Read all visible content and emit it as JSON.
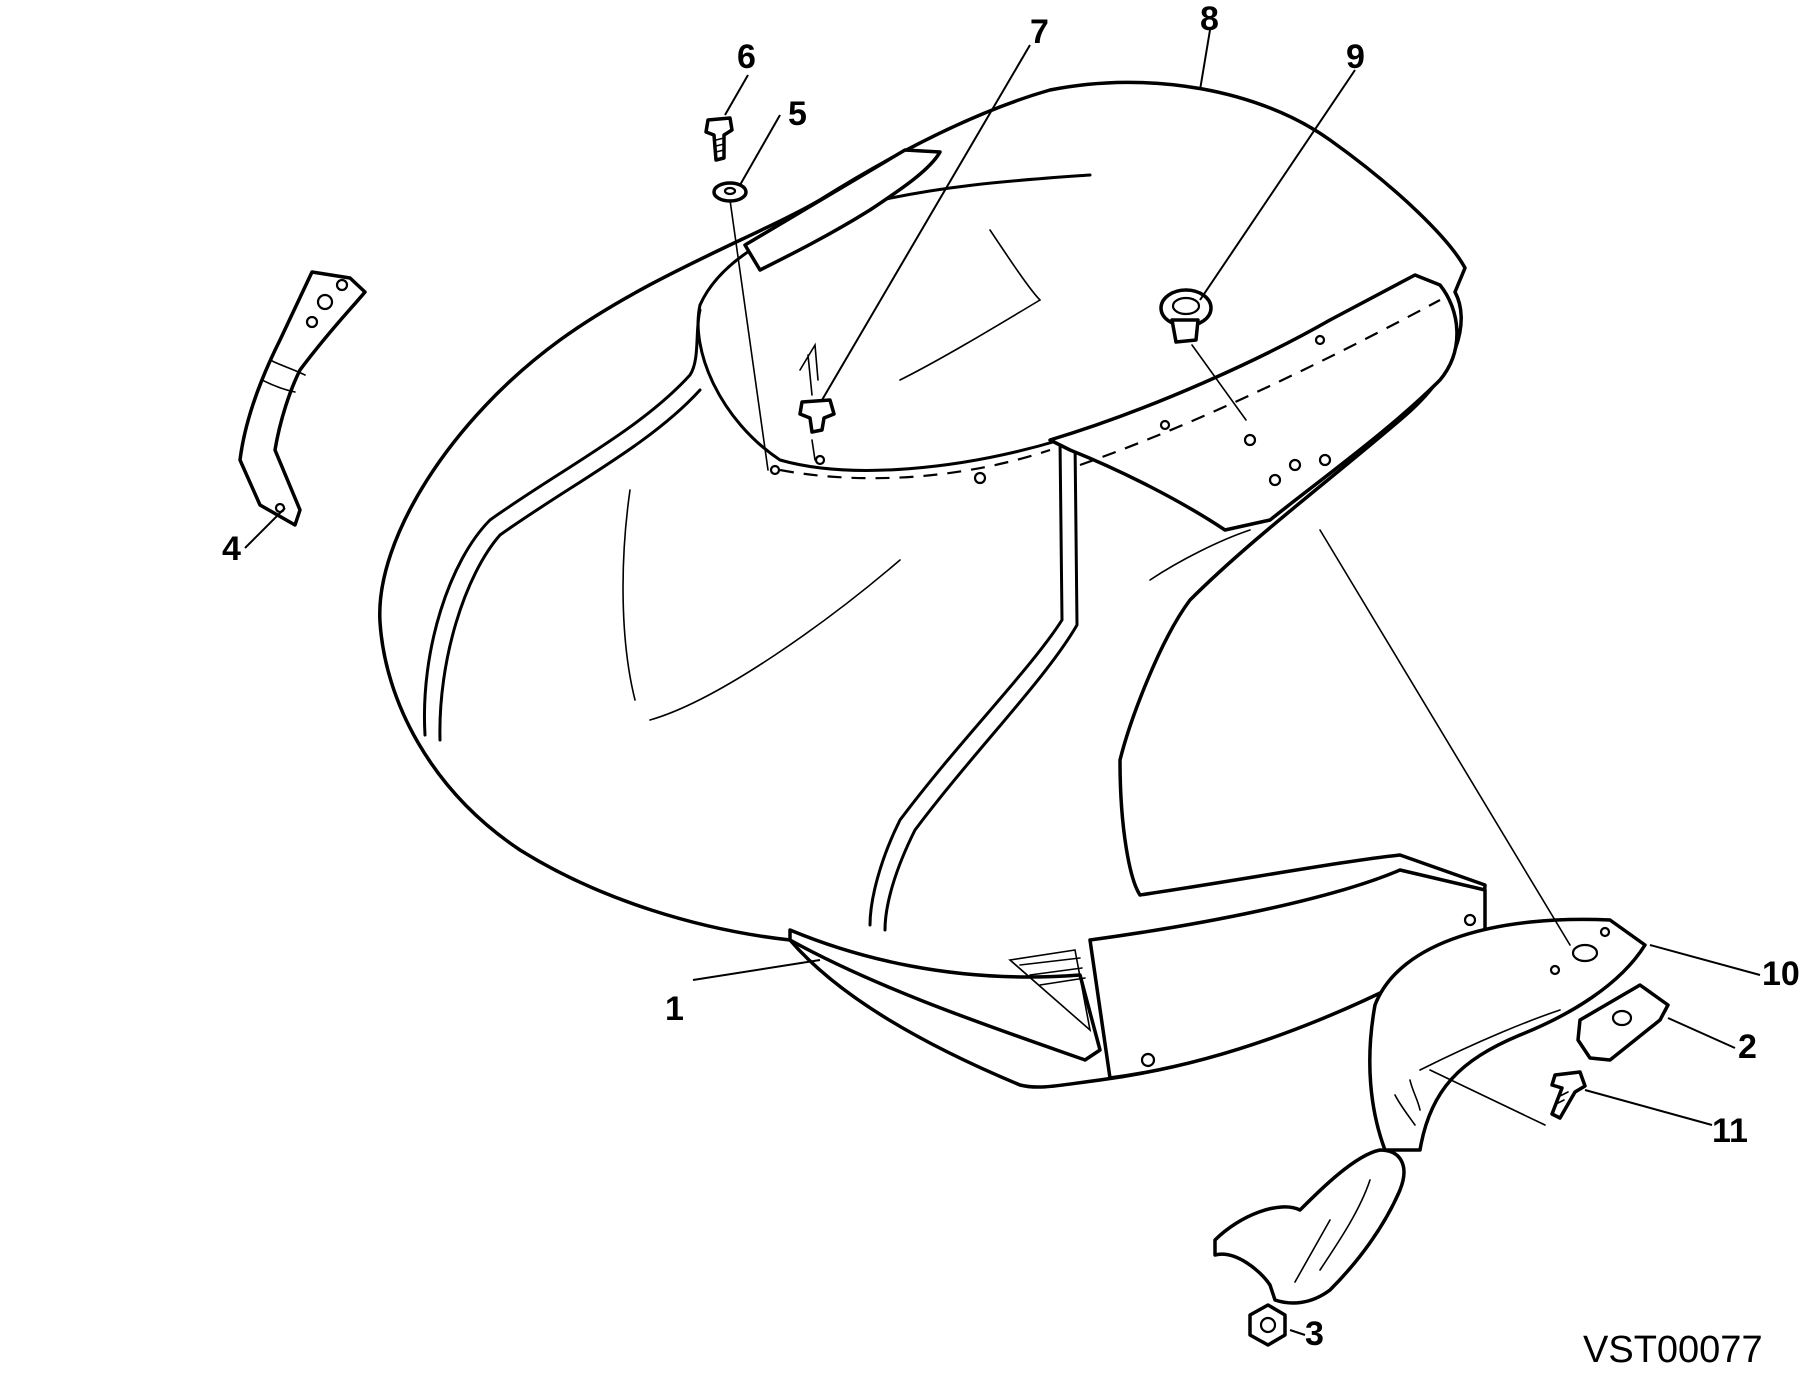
{
  "drawing_code": "VST00077",
  "callouts": {
    "c1": "1",
    "c2": "2",
    "c3": "3",
    "c4": "4",
    "c5": "5",
    "c6": "6",
    "c7": "7",
    "c8": "8",
    "c9": "9",
    "c10": "10",
    "c11": "11"
  }
}
